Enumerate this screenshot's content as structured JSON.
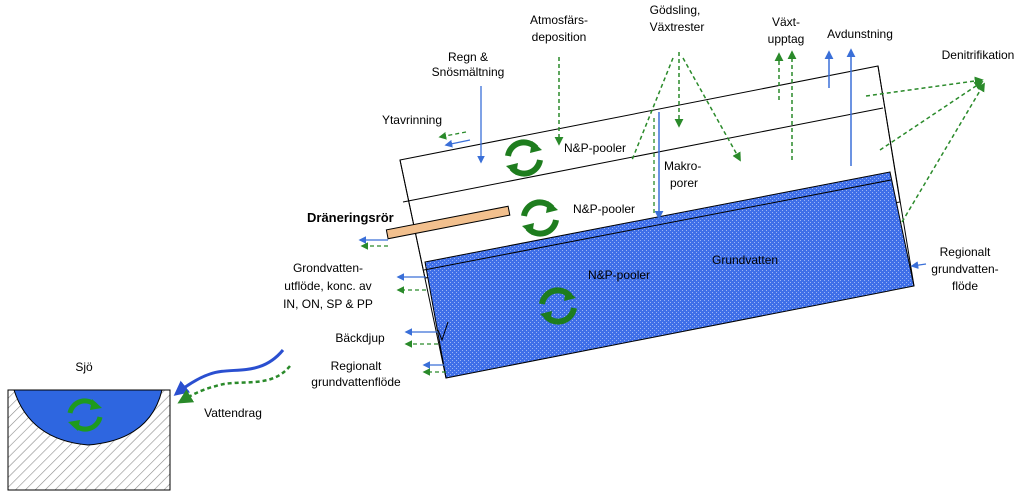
{
  "labels": {
    "atmos_line1": "Atmosfärs-",
    "atmos_line2": "deposition",
    "godsling_line1": "Gödsling,",
    "godsling_line2": "Växtrester",
    "vaxt_line1": "Växt-",
    "vaxt_line2": "upptag",
    "avdunstning": "Avdunstning",
    "denitrifikation": "Denitrifikation",
    "regn_line1": "Regn &",
    "regn_line2": "Snösmältning",
    "ytavrinning": "Ytavrinning",
    "pool_top": "N&P-pooler",
    "pool_mid": "N&P-pooler",
    "pool_gw": "N&P-pooler",
    "makro_line1": "Makro-",
    "makro_line2": "porer",
    "dranering": "Dräneringsrör",
    "grundvatten": "Grundvatten",
    "gwout_line1": "Grondvatten-",
    "gwout_line2": "utflöde, konc. av",
    "gwout_line3": "IN, ON, SP & PP",
    "backdjup": "Bäckdjup",
    "regout_line1": "Regionalt",
    "regout_line2": "grundvattenflöde",
    "regin_line1": "Regionalt",
    "regin_line2": "grundvatten-",
    "regin_line3": "flöde",
    "sjo": "Sjö",
    "vattendrag": "Vattendrag"
  },
  "colors": {
    "water_blue": "#2e66e0",
    "flow_blue": "#3a6fd8",
    "flow_green": "#2a8a2a",
    "cycle_green": "#1e7d1e",
    "drain_pipe": "#f2c08e",
    "hatch": "#9a9a9a"
  }
}
